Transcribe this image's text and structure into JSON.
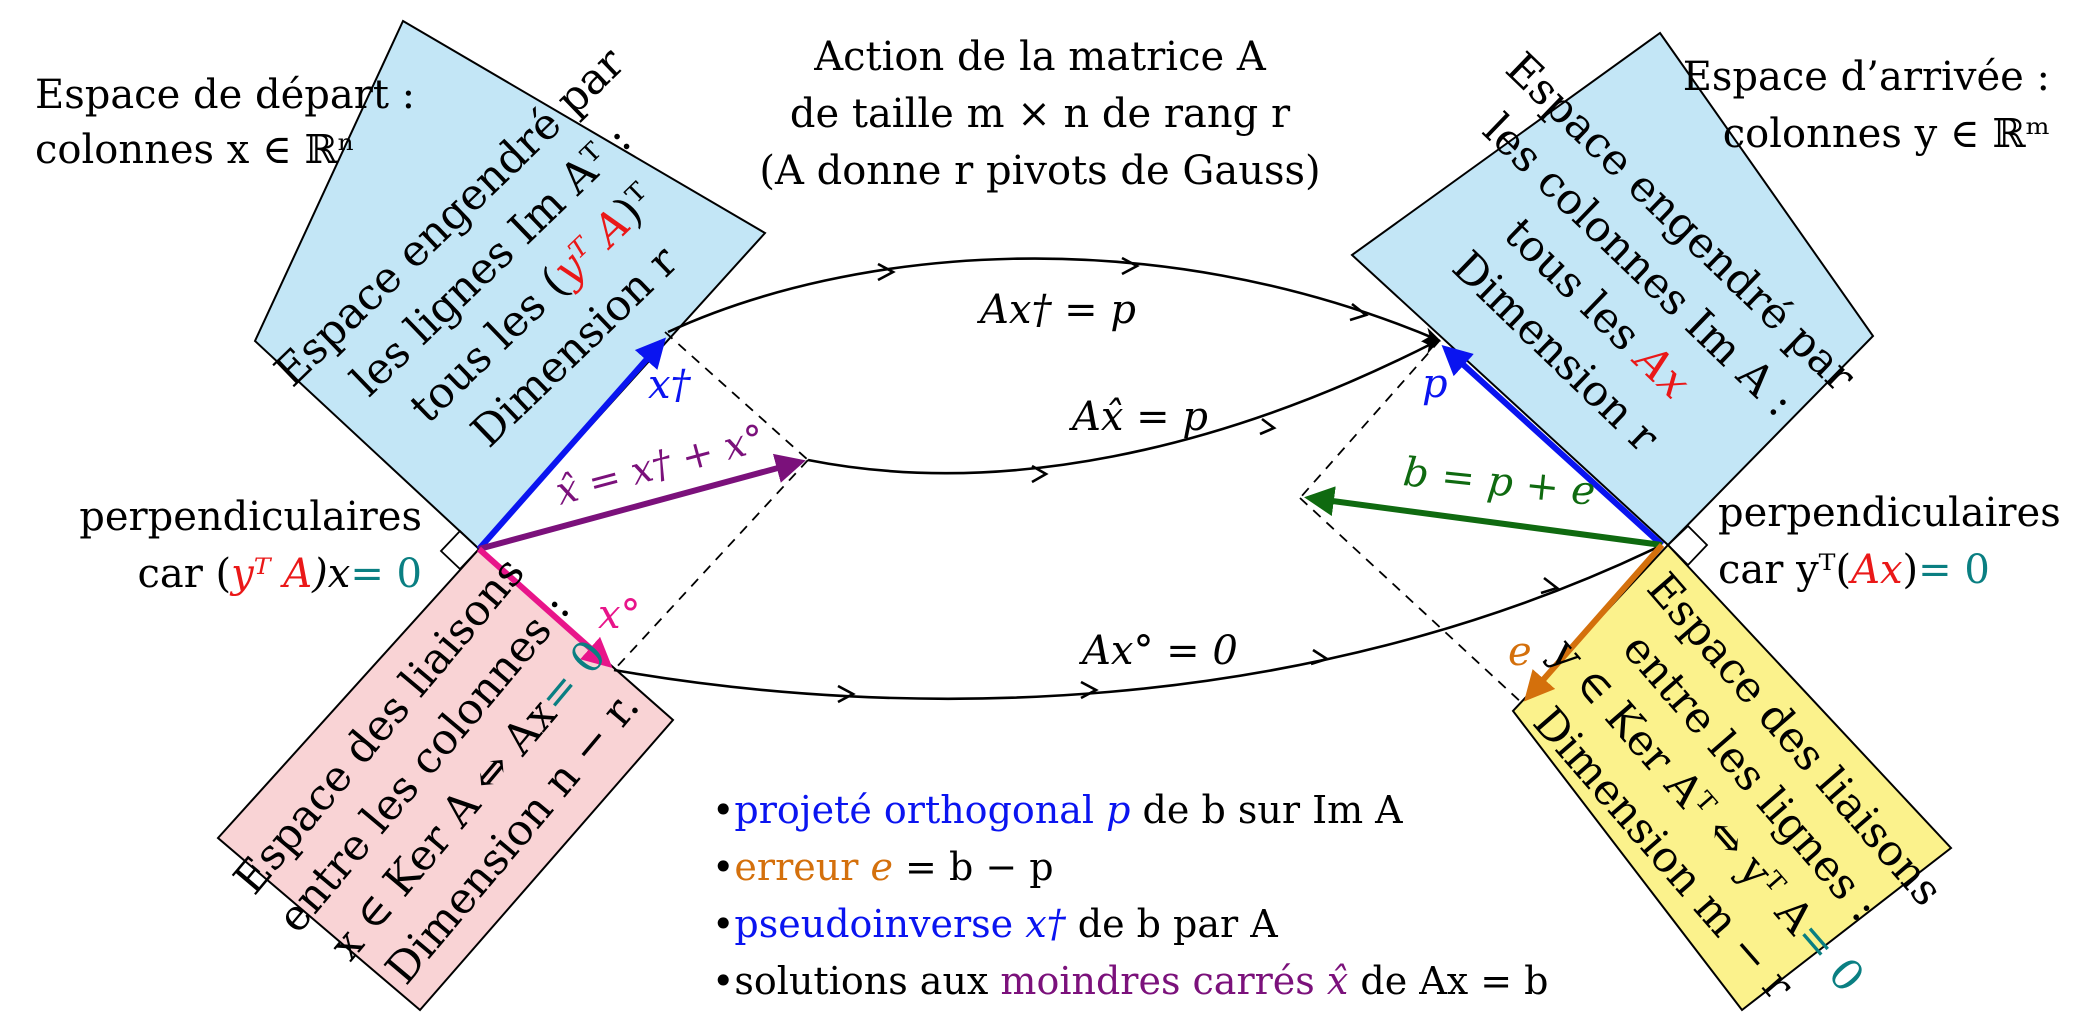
{
  "colors": {
    "row_space": "#c3e6f6",
    "col_space": "#c3e6f6",
    "null_space": "#f9d3d5",
    "left_null_space": "#fbf28c",
    "blue": "#0a14f0",
    "purple": "#7b117b",
    "magenta": "#e8158a",
    "green": "#0f6a10",
    "orange": "#d4700c",
    "red": "#ea1818",
    "teal": "#0a7f82"
  },
  "header": {
    "depart": [
      "Espace de départ :",
      "colonnes x ∈ ℝⁿ"
    ],
    "action": [
      "Action de la matrice A",
      "de taille m × n de rang r",
      "(A donne r pivots de Gauss)"
    ],
    "arrivee": [
      "Espace d’arrivée :",
      "colonnes y ∈ ℝᵐ"
    ]
  },
  "boxes": {
    "row_space": [
      "Espace engendré par",
      "les lignes Im Aᵀ :",
      "tous les (",
      "yᵀ A",
      ")ᵀ",
      "Dimension r"
    ],
    "null_space": [
      "Espace des liaisons",
      "entre les colonnes :",
      "x ∈ Ker A ⇔ Ax",
      "= 0",
      "Dimension n − r."
    ],
    "col_space": [
      "Espace engendré par",
      "les colonnes Im A :",
      "tous les ",
      "Ax",
      "Dimension r"
    ],
    "left_null_space": [
      "Espace des liaisons",
      "entre les lignes :",
      "y ∈ Ker Aᵀ ⇔ yᵀ A",
      "= 0",
      "Dimension m − r"
    ]
  },
  "perp_left": [
    "perpendiculaires",
    "car (",
    "yᵀ A",
    ")x",
    "= 0"
  ],
  "perp_right": [
    "perpendiculaires",
    "car yᵀ(",
    "Ax",
    ")",
    "= 0"
  ],
  "vectors": {
    "x_dagger": "x†",
    "x_hat": "x̂ = x† + x°",
    "x_circ": "x°",
    "p": "p",
    "b": "b = p + e",
    "e": "e"
  },
  "maps": {
    "top": "Ax† = p",
    "middle": "Ax̂ = p",
    "bottom": "Ax° = 0"
  },
  "bullets": [
    {
      "dot": "•",
      "colored": "projeté orthogonal ",
      "colored_math": "p",
      "rest": " de b sur Im A",
      "color_key": "blue"
    },
    {
      "dot": "•",
      "colored": "erreur ",
      "colored_math": "e",
      "rest": " = b − p",
      "color_key": "orange"
    },
    {
      "dot": "•",
      "colored": "pseudoinverse ",
      "colored_math": "x†",
      "rest": " de b par A",
      "color_key": "blue"
    },
    {
      "dot": "•",
      "pre": "solutions aux ",
      "colored": "moindres carrés ",
      "colored_math": "x̂",
      "rest": " de Ax = b",
      "color_key": "purple"
    }
  ]
}
